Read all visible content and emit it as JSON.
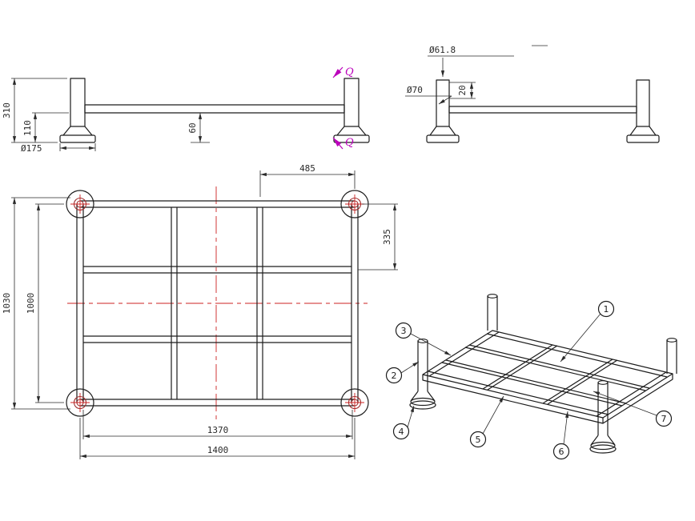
{
  "drawing": {
    "colors": {
      "background": "#ffffff",
      "line": "#1c1c1c",
      "dim": "#2a2a2a",
      "centerline": "#cc2222",
      "detail": "#a03030",
      "section": "#bb00bb"
    },
    "front_view": {
      "dim_total_height": "310",
      "dim_foot_height": "110",
      "dim_foot_dia": "Ø175",
      "dim_clearance": "60",
      "section_mark_top": "Q",
      "section_mark_bottom": "Q"
    },
    "side_view": {
      "dim_tube_dia": "Ø61.8",
      "dim_post_dia": "Ø70",
      "dim_offset": "20"
    },
    "plan_view": {
      "dim_bay_width": "485",
      "dim_bay_depth": "335",
      "dim_depth_overall": "1030",
      "dim_depth_centers": "1000",
      "dim_width_inner": "1370",
      "dim_width_centers": "1400"
    },
    "iso_view": {
      "balloons": [
        "1",
        "2",
        "3",
        "4",
        "5",
        "6",
        "7"
      ]
    }
  }
}
